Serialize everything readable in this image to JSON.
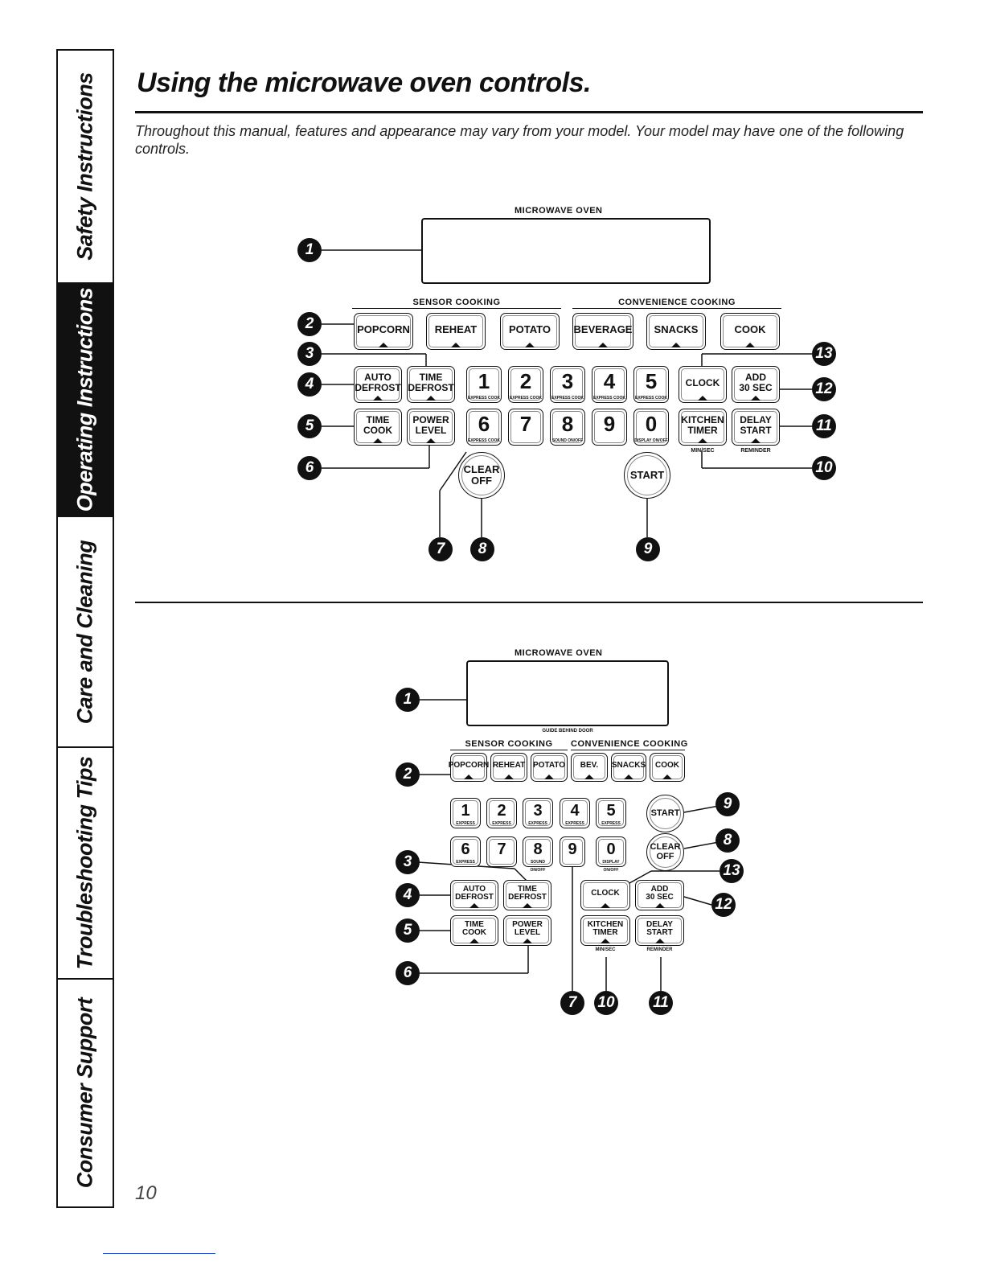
{
  "side_tabs": [
    {
      "label": "Safety Instructions",
      "active": false
    },
    {
      "label": "Operating Instructions",
      "active": true
    },
    {
      "label": "Care and Cleaning",
      "active": false
    },
    {
      "label": "Troubleshooting Tips",
      "active": false
    },
    {
      "label": "Consumer Support",
      "active": false
    }
  ],
  "title": "Using the microwave oven controls.",
  "intro": "Throughout this manual, features and appearance may vary from your model. Your model may have one of the following controls.",
  "page_number": "10",
  "diagram1": {
    "oven_label": "MICROWAVE OVEN",
    "sensor_label": "SENSOR COOKING",
    "convenience_label": "CONVENIENCE COOKING",
    "keys": {
      "popcorn": "POPCORN",
      "reheat": "REHEAT",
      "potato": "POTATO",
      "beverage": "BEVERAGE",
      "snacks": "SNACKS",
      "cook": "COOK",
      "auto_defrost": "AUTO\nDEFROST",
      "time_defrost": "TIME\nDEFROST",
      "time_cook": "TIME\nCOOK",
      "power_level": "POWER\nLEVEL",
      "clock": "CLOCK",
      "add_30": "ADD\n30 SEC",
      "kitchen_timer": "KITCHEN\nTIMER",
      "delay_start": "DELAY\nSTART",
      "clear_off": "CLEAR\nOFF",
      "start": "START"
    },
    "numbers": [
      {
        "n": "1",
        "sub": "EXPRESS COOK"
      },
      {
        "n": "2",
        "sub": "EXPRESS COOK"
      },
      {
        "n": "3",
        "sub": "EXPRESS COOK"
      },
      {
        "n": "4",
        "sub": "EXPRESS COOK"
      },
      {
        "n": "5",
        "sub": "EXPRESS COOK"
      },
      {
        "n": "6",
        "sub": "EXPRESS COOK"
      },
      {
        "n": "7",
        "sub": ""
      },
      {
        "n": "8",
        "sub": "SOUND ON/OFF"
      },
      {
        "n": "9",
        "sub": ""
      },
      {
        "n": "0",
        "sub": "DISPLAY ON/OFF"
      }
    ],
    "under_kitchen_timer": "MIN/SEC",
    "under_delay_start": "REMINDER",
    "callouts": [
      "1",
      "2",
      "3",
      "4",
      "5",
      "6",
      "7",
      "8",
      "9",
      "10",
      "11",
      "12",
      "13"
    ]
  },
  "diagram2": {
    "oven_label": "MICROWAVE OVEN",
    "guide_label": "GUIDE BEHIND DOOR",
    "sensor_label": "SENSOR COOKING",
    "convenience_label": "CONVENIENCE COOKING",
    "keys": {
      "popcorn": "POPCORN",
      "reheat": "REHEAT",
      "potato": "POTATO",
      "bev": "BEV.",
      "snacks": "SNACKS",
      "cook": "COOK",
      "start": "START",
      "clear_off": "CLEAR\nOFF",
      "auto_defrost": "AUTO\nDEFROST",
      "time_defrost": "TIME\nDEFROST",
      "clock": "CLOCK",
      "add_30": "ADD\n30 SEC",
      "time_cook": "TIME\nCOOK",
      "power_level": "POWER\nLEVEL",
      "kitchen_timer": "KITCHEN\nTIMER",
      "delay_start": "DELAY\nSTART"
    },
    "numbers": [
      {
        "n": "1",
        "sub": "EXPRESS"
      },
      {
        "n": "2",
        "sub": "EXPRESS"
      },
      {
        "n": "3",
        "sub": "EXPRESS"
      },
      {
        "n": "4",
        "sub": "EXPRESS"
      },
      {
        "n": "5",
        "sub": "EXPRESS"
      },
      {
        "n": "6",
        "sub": "EXPRESS"
      },
      {
        "n": "7",
        "sub": ""
      },
      {
        "n": "8",
        "sub": "SOUND"
      },
      {
        "n": "9",
        "sub": ""
      },
      {
        "n": "0",
        "sub": "DISPLAY"
      }
    ],
    "under_8": "ON/OFF",
    "under_0": "ON/OFF",
    "under_kitchen_timer": "MIN/SEC",
    "under_delay_start": "REMINDER",
    "callouts": [
      "1",
      "2",
      "3",
      "4",
      "5",
      "6",
      "7",
      "8",
      "9",
      "10",
      "11",
      "12",
      "13"
    ]
  }
}
